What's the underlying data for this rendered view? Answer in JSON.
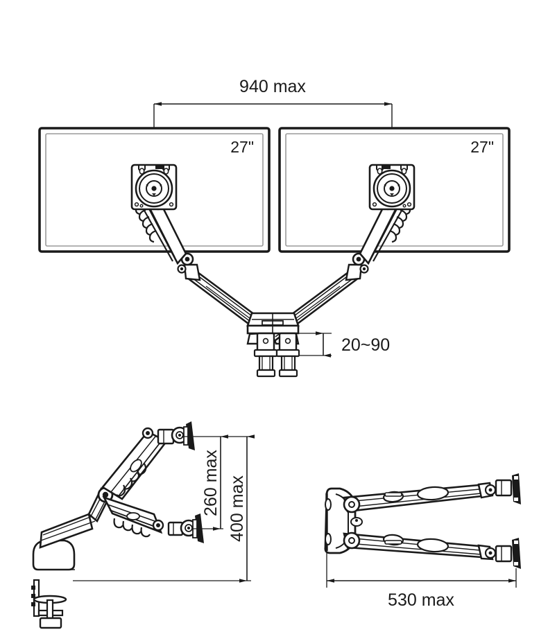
{
  "drawing": {
    "type": "technical-dimension-drawing",
    "subject": "Dual monitor gas-spring desk mount arm",
    "background_color": "#ffffff",
    "line_color": "#1a1a1a",
    "views": [
      {
        "id": "front-view",
        "name": "Front view with two monitors"
      },
      {
        "id": "side-view",
        "name": "Side elevation showing height range"
      },
      {
        "id": "top-view",
        "name": "Top view showing reach"
      }
    ]
  },
  "front_view": {
    "width_dimension": "940 max",
    "height_dimension": "20~90",
    "monitor_left": {
      "size_label": "27\""
    },
    "monitor_right": {
      "size_label": "27\""
    }
  },
  "side_view": {
    "dimension_inner": "260 max",
    "dimension_outer": "400 max"
  },
  "top_view": {
    "dimension": "530 max"
  },
  "labels": {
    "width_max": "940 max",
    "clamp_thickness": "20~90",
    "height_inner": "260 max",
    "height_outer": "400 max",
    "reach_max": "530 max",
    "screen_size": "27\""
  }
}
